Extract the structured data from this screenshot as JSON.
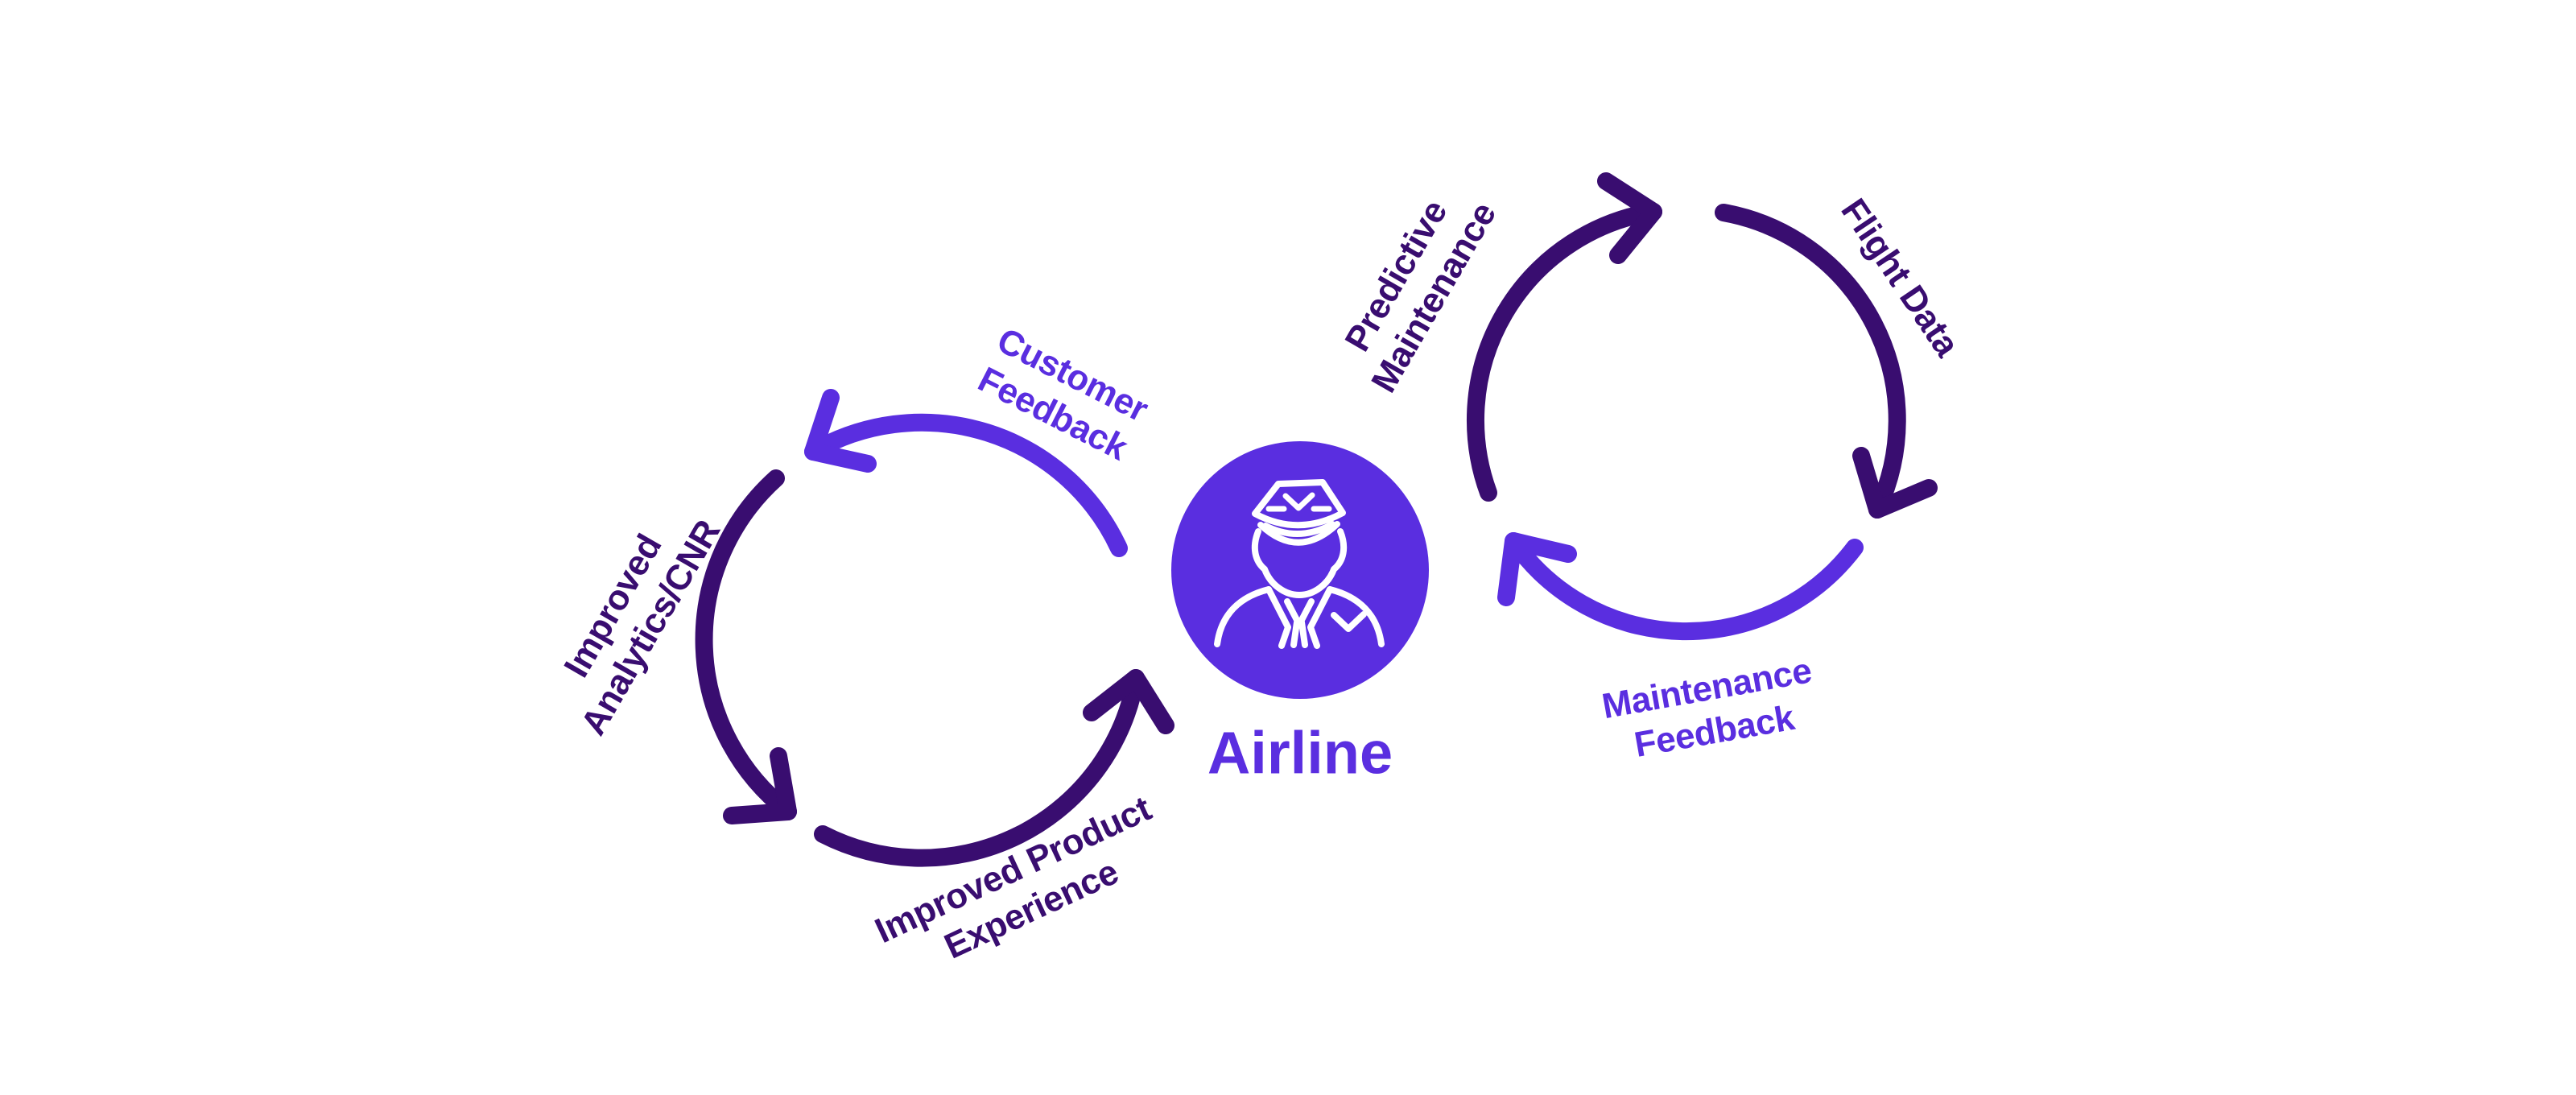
{
  "colors": {
    "bright_purple": "#5A2EE0",
    "dark_purple": "#390D70",
    "icon_stroke": "#FFFFFF",
    "background": "#FFFFFF"
  },
  "center": {
    "label": "Airline",
    "icon": "pilot-icon"
  },
  "left_cycle": {
    "direction": "counterclockwise",
    "steps": [
      {
        "id": "customer-feedback",
        "lines": [
          "Customer",
          "Feedback"
        ],
        "emphasis": "bright"
      },
      {
        "id": "improved-analytics-cnr",
        "lines": [
          "Improved",
          "Analytics/CNR"
        ],
        "emphasis": "dark"
      },
      {
        "id": "improved-product-experience",
        "lines": [
          "Improved Product",
          "Experience"
        ],
        "emphasis": "dark"
      }
    ]
  },
  "right_cycle": {
    "direction": "clockwise",
    "steps": [
      {
        "id": "predictive-maintenance",
        "lines": [
          "Predictive",
          "Maintenance"
        ],
        "emphasis": "dark"
      },
      {
        "id": "flight-data",
        "lines": [
          "Flight Data"
        ],
        "emphasis": "dark"
      },
      {
        "id": "maintenance-feedback",
        "lines": [
          "Maintenance",
          "Feedback"
        ],
        "emphasis": "bright"
      }
    ]
  }
}
